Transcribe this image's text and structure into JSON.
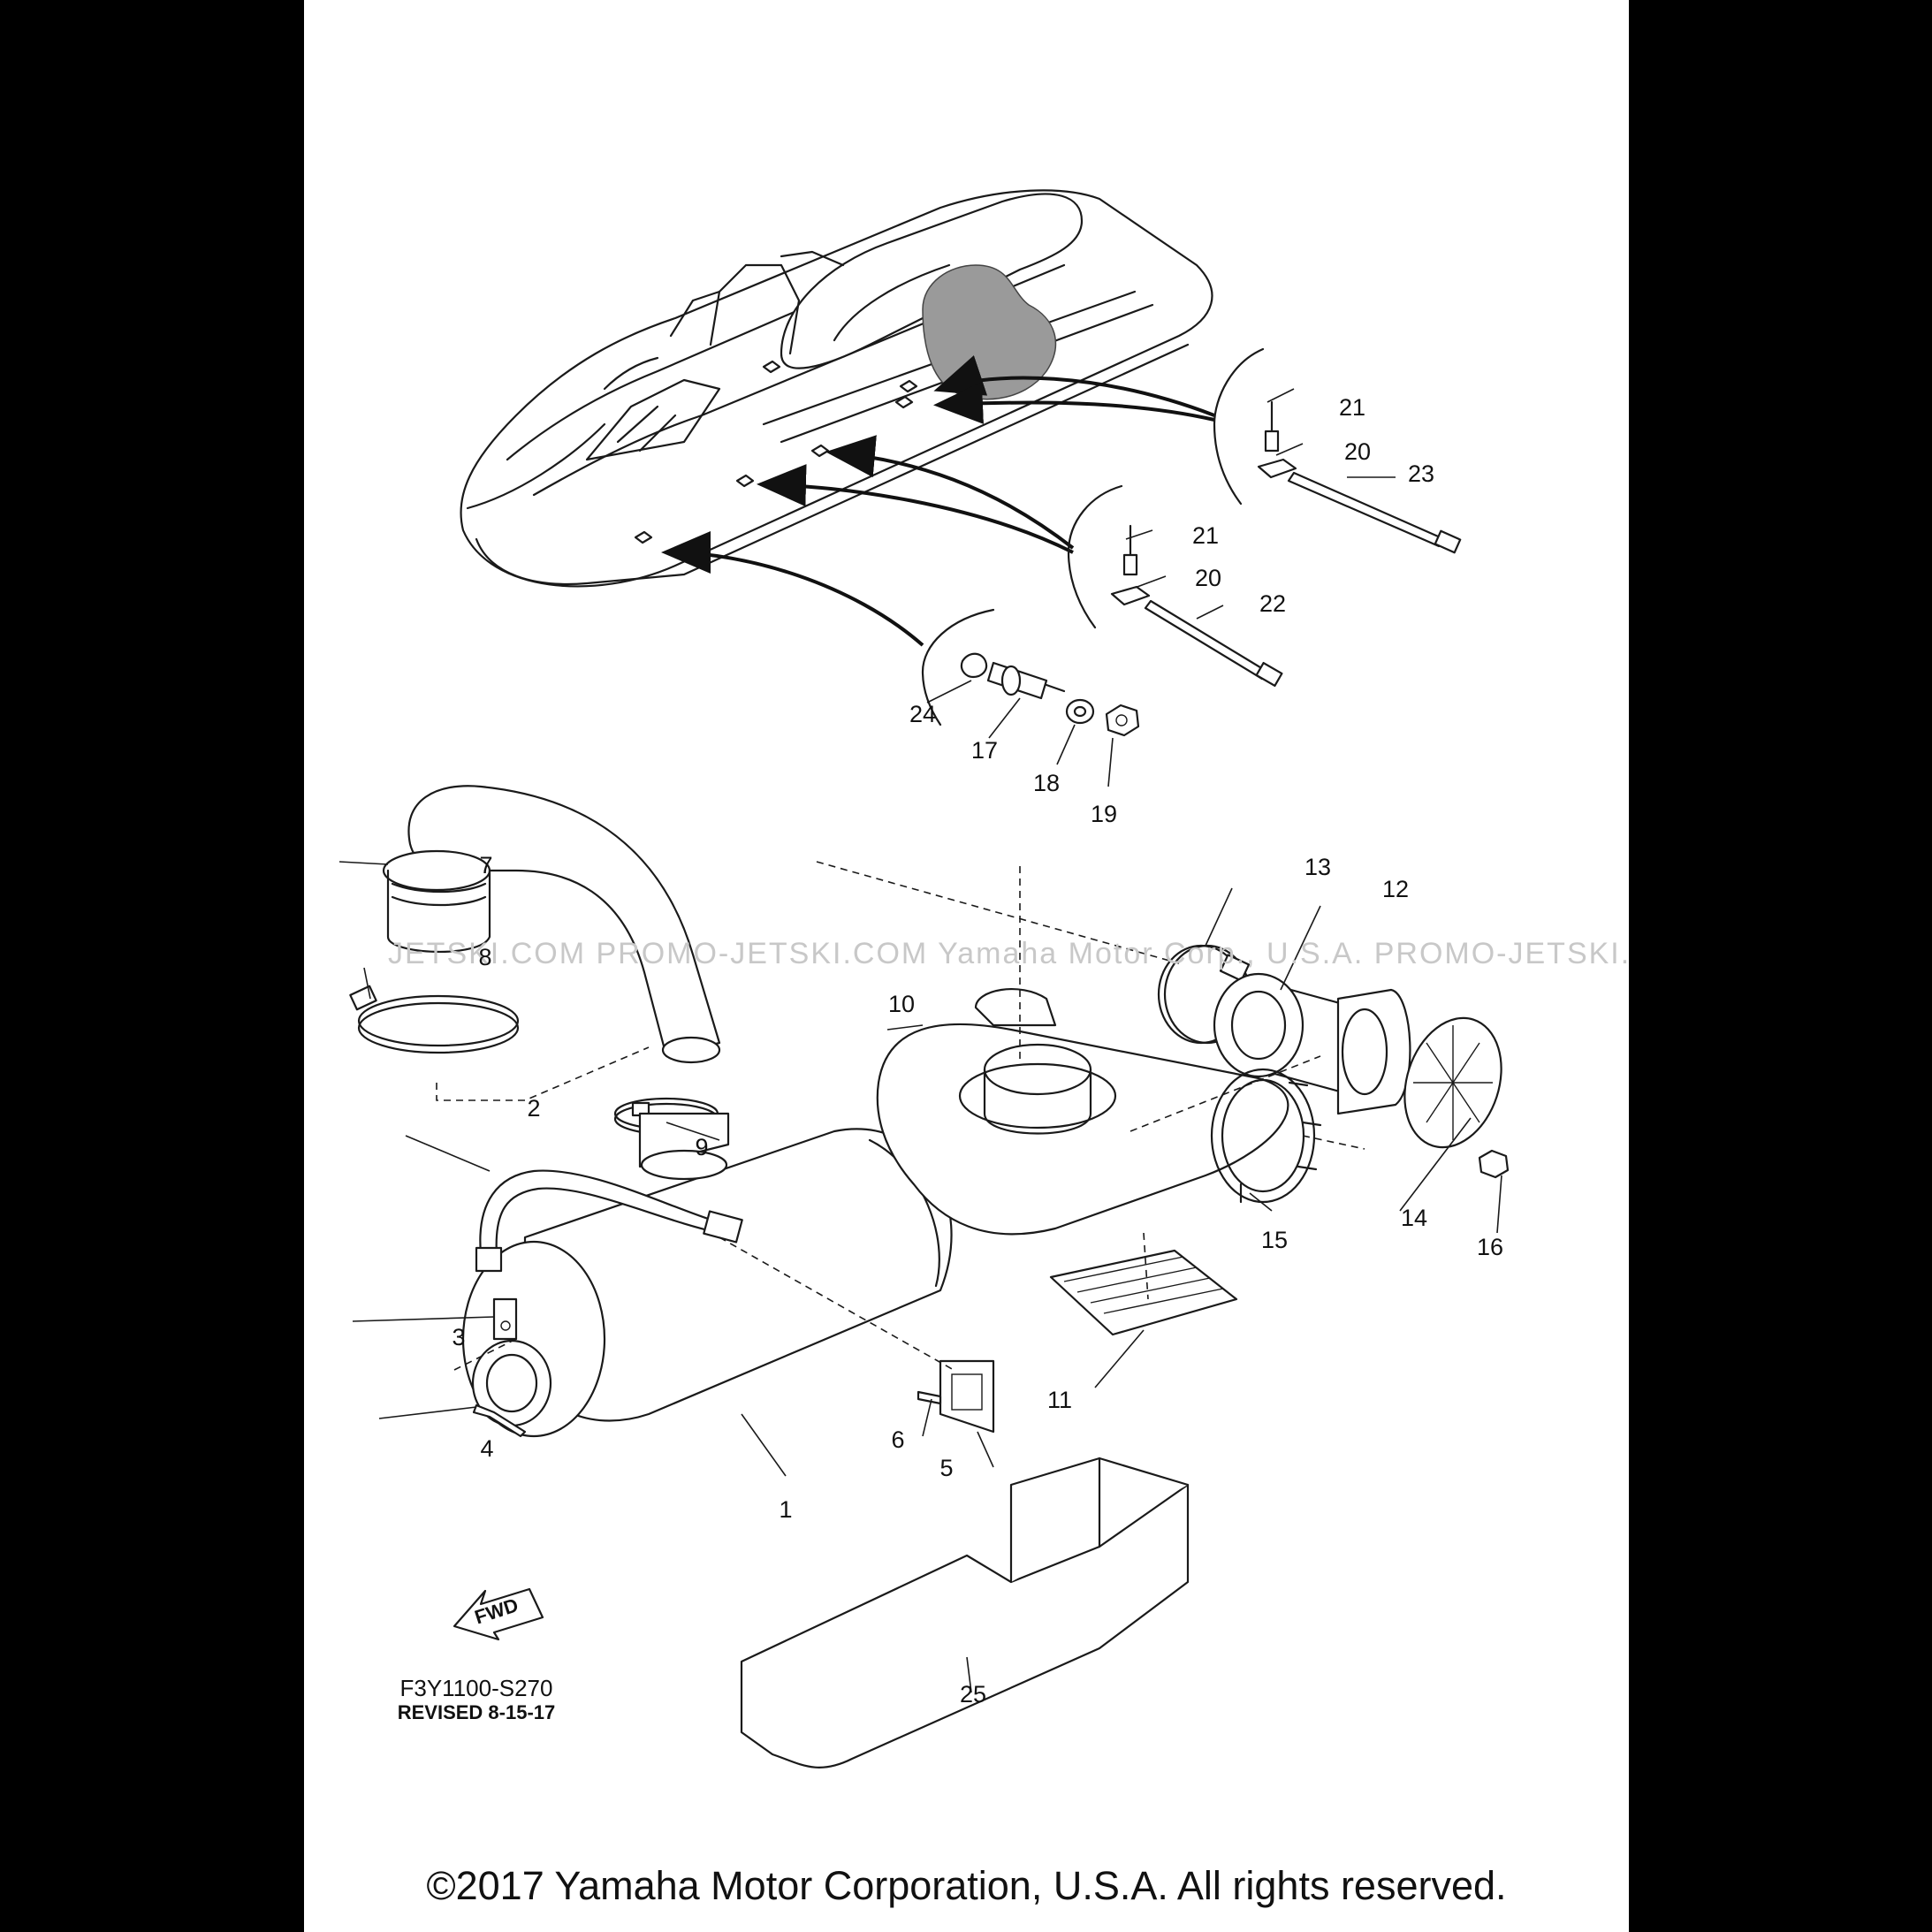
{
  "diagram": {
    "watermark": "JETSKI.COM   PROMO-JETSKI.COM   Yamaha Motor Corp., U.S.A.   PROMO-JETSKI.COM",
    "fwd_label": "FWD",
    "diagram_code": "F3Y1100-S270",
    "revision": "REVISED 8-15-17",
    "copyright": "©2017 Yamaha Motor Corporation, U.S.A. All rights reserved.",
    "callouts": {
      "c1": "1",
      "c2": "2",
      "c3": "3",
      "c4": "4",
      "c5": "5",
      "c6": "6",
      "c7": "7",
      "c8": "8",
      "c9": "9",
      "c10": "10",
      "c11": "11",
      "c12": "12",
      "c13": "13",
      "c14": "14",
      "c15": "15",
      "c16": "16",
      "c17": "17",
      "c18": "18",
      "c19": "19",
      "c20a": "20",
      "c20b": "20",
      "c21a": "21",
      "c21b": "21",
      "c22": "22",
      "c23": "23",
      "c24": "24",
      "c25": "25"
    }
  }
}
